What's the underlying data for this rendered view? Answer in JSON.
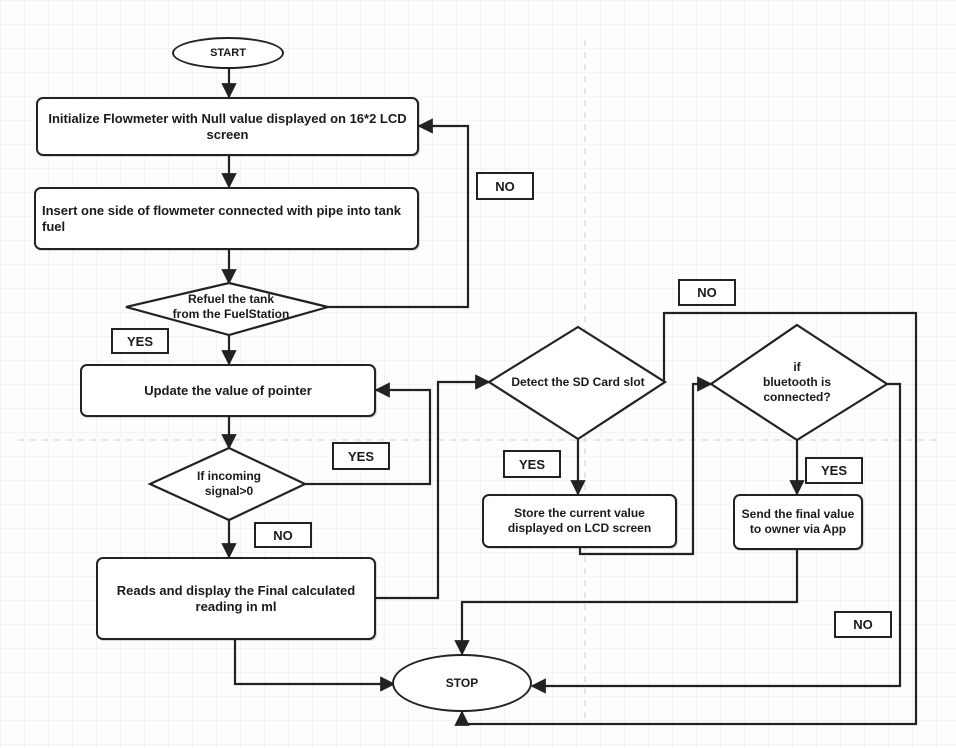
{
  "nodes": {
    "start": "START",
    "init": "Initialize Flowmeter with Null value displayed on 16*2 LCD screen",
    "insert": "Insert one side of flowmeter connected with pipe into tank fuel",
    "refuel_line1": "Refuel the tank",
    "refuel_line2": "from the FuelStation",
    "update": "Update the value of pointer",
    "incoming_line1": "If incoming",
    "incoming_line2": "signal>0",
    "reads_line1": "Reads and  display the Final calculated",
    "reads_line2": "reading in ml",
    "sd_detect": "Detect the SD Card slot",
    "store_line1": "Store the current value",
    "store_line2": "displayed on LCD screen",
    "bt_line1": "if",
    "bt_line2": "bluetooth is",
    "bt_line3": "connected?",
    "send_line1": "Send the final value",
    "send_line2": "to owner via App",
    "stop": "STOP"
  },
  "labels": {
    "no_refuel": "NO",
    "yes_refuel": "YES",
    "yes_incoming": "YES",
    "no_incoming": "NO",
    "no_sd": "NO",
    "yes_sd": "YES",
    "yes_bt": "YES",
    "no_bt": "NO"
  }
}
